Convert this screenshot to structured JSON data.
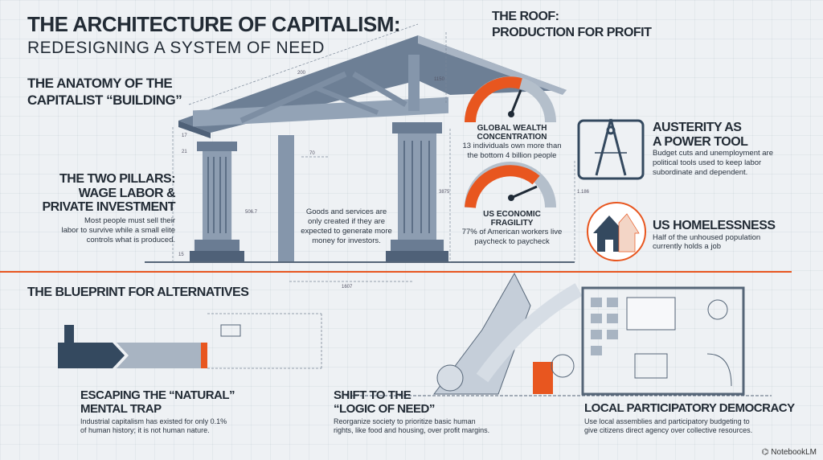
{
  "title": {
    "line1": "THE ARCHITECTURE OF CAPITALISM:",
    "line2": "REDESIGNING A SYSTEM OF NEED"
  },
  "anatomy_heading": {
    "line1": "THE ANATOMY OF THE",
    "line2": "CAPITALIST “BUILDING”"
  },
  "roof": {
    "line1": "THE ROOF:",
    "line2": "PRODUCTION FOR PROFIT",
    "body": [
      "Goods and services are",
      "only created if they are",
      "expected to generate more",
      "money for investors."
    ]
  },
  "pillars": {
    "line1": "THE TWO PILLARS:",
    "line2": "WAGE LABOR &",
    "line3": "PRIVATE INVESTMENT",
    "body": [
      "Most people must sell their",
      "labor to survive while a small elite",
      "controls what is produced."
    ]
  },
  "gauges": [
    {
      "title1": "GLOBAL WEALTH",
      "title2": "CONCENTRATION",
      "body": [
        "13 individuals own more than",
        "the bottom 4 billion people"
      ],
      "fill": 0.72
    },
    {
      "title1": "US ECONOMIC",
      "title2": "FRAGILITY",
      "body": [
        "77% of American workers live",
        "paycheck to paycheck"
      ],
      "fill": 0.77
    }
  ],
  "austerity": {
    "line1": "AUSTERITY AS",
    "line2": "A POWER TOOL",
    "body": [
      "Budget cuts and unemployment are",
      "political tools used to keep labor",
      "subordinate and dependent."
    ]
  },
  "homeless": {
    "title": "US HOMELESSNESS",
    "body": [
      "Half of the unhoused population",
      "currently holds a job"
    ]
  },
  "dimensions": {
    "d1": "200",
    "d2": "1150",
    "d3": "17",
    "d4": "21",
    "d5": "70",
    "d6": "3875",
    "d7": "506.7",
    "d8": "15",
    "d9": "1607",
    "d10": "1.186"
  },
  "blueprint_heading": "THE BLUEPRINT FOR ALTERNATIVES",
  "alternatives": [
    {
      "line1": "ESCAPING THE “NATURAL”",
      "line2": "MENTAL TRAP",
      "body": [
        "Industrial capitalism has existed for only 0.1%",
        "of human history; it is not human nature."
      ]
    },
    {
      "line1": "SHIFT TO THE",
      "line2": "“LOGIC OF NEED”",
      "body": [
        "Reorganize society to prioritize basic human",
        "rights, like food and housing, over profit margins."
      ]
    },
    {
      "line1": "LOCAL PARTICIPATORY DEMOCRACY",
      "body": [
        "Use local assemblies and participatory budgeting to",
        "give citizens direct agency over collective resources."
      ]
    }
  ],
  "brand": "NotebookLM",
  "colors": {
    "accent": "#e8561f",
    "navy": "#34495f",
    "steel": "#8e9db0"
  }
}
